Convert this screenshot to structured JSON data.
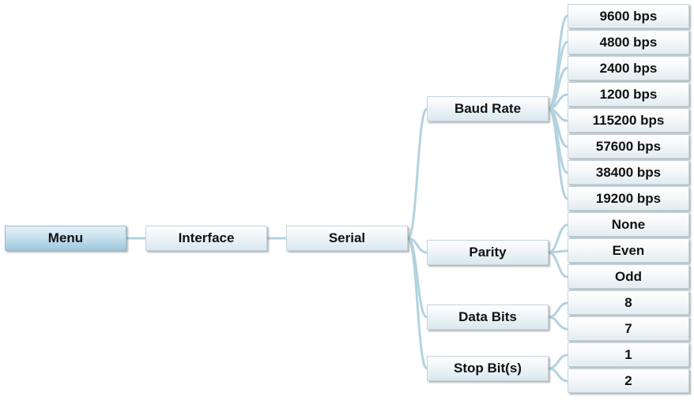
{
  "tree": {
    "menu": "Menu",
    "interface": "Interface",
    "serial": "Serial",
    "baud_rate": {
      "label": "Baud Rate",
      "options": [
        "9600 bps",
        "4800 bps",
        "2400 bps",
        "1200 bps",
        "115200 bps",
        "57600 bps",
        "38400 bps",
        "19200 bps"
      ]
    },
    "parity": {
      "label": "Parity",
      "options": [
        "None",
        "Even",
        "Odd"
      ]
    },
    "data_bits": {
      "label": "Data Bits",
      "options": [
        "8",
        "7"
      ]
    },
    "stop_bits": {
      "label": "Stop Bit(s)",
      "options": [
        "1",
        "2"
      ]
    }
  },
  "colors": {
    "connector": "#b2d3e0",
    "root_fill": "#c8e1ee",
    "node_fill": "#e6eff4",
    "text": "#111111"
  }
}
